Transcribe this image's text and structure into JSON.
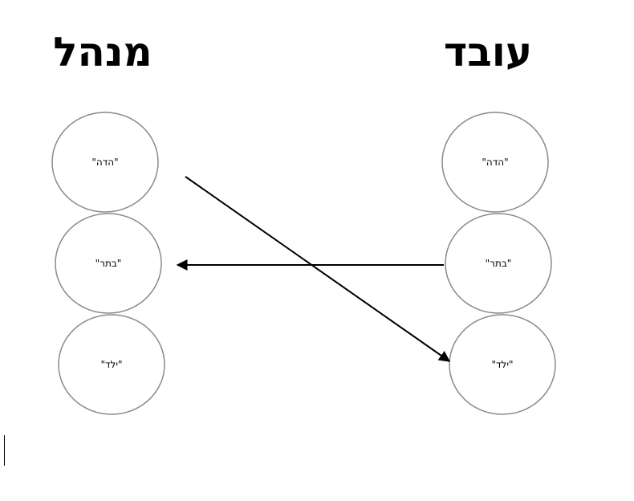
{
  "titles": {
    "left": "מנהל",
    "right": "עובד"
  },
  "left_nodes": [
    {
      "label": "\"הדה\""
    },
    {
      "label": "\"בתר\""
    },
    {
      "label": "\"ילד\""
    }
  ],
  "right_nodes": [
    {
      "label": "\"הדה\""
    },
    {
      "label": "\"בתר\""
    },
    {
      "label": "\"ילד\""
    }
  ],
  "arrows": [
    {
      "from": "left_nodes.0",
      "to": "right_nodes.2"
    },
    {
      "from": "right_nodes.1",
      "to": "left_nodes.1"
    }
  ]
}
